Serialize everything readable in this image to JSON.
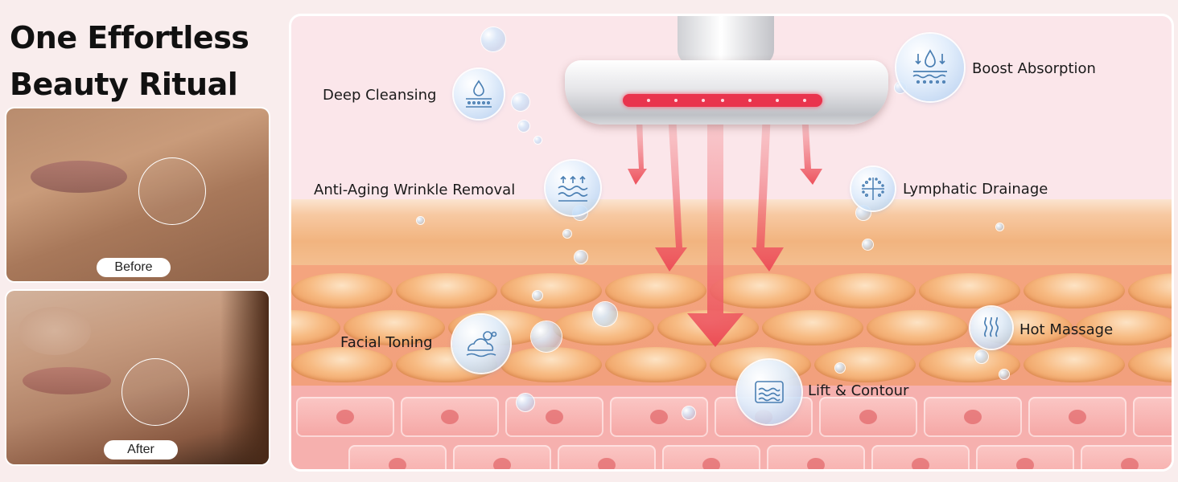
{
  "headline": {
    "line1": "One Effortless",
    "line2": "Beauty Ritual"
  },
  "photos": {
    "before_label": "Before",
    "after_label": "After"
  },
  "features": {
    "deep_cleansing": "Deep Cleansing",
    "boost_absorption": "Boost Absorption",
    "anti_aging": "Anti-Aging Wrinkle Removal",
    "lymphatic_drainage": "Lymphatic Drainage",
    "facial_toning": "Facial Toning",
    "hot_massage": "Hot Massage",
    "lift_contour": "Lift & Contour"
  },
  "colors": {
    "background": "#f9eded",
    "led_red": "#e9344d",
    "arrow": "#ee5a62",
    "icon_line": "#4a7fb3"
  },
  "icons": {
    "deep_cleansing": "droplet-cleansing-icon",
    "boost_absorption": "absorption-droplet-icon",
    "anti_aging": "wave-arrows-icon",
    "lymphatic_drainage": "drainage-dots-icon",
    "facial_toning": "toning-cloud-icon",
    "hot_massage": "heat-waves-icon",
    "lift_contour": "lift-waves-icon"
  }
}
